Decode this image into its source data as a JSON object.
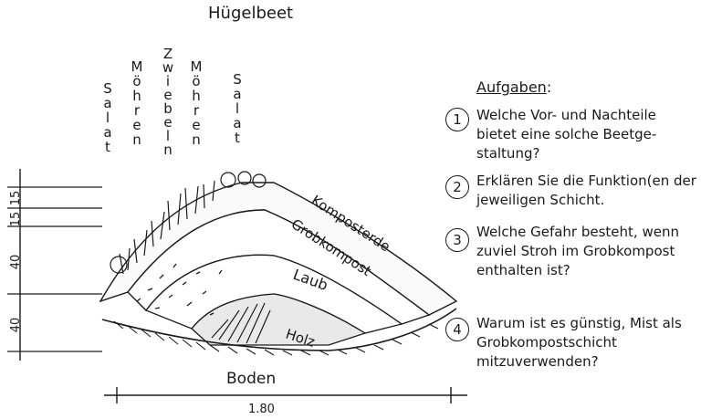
{
  "title": "Hügelbeet",
  "plants": [
    "Salat",
    "Möhren",
    "Zwiebeln",
    "Möhren",
    "Salat"
  ],
  "layers": [
    "Komposterde",
    "Grobkompost",
    "Laub",
    "Holz"
  ],
  "ground": "Boden",
  "width_label": "1.80",
  "height_labels": [
    "15",
    "15",
    "40",
    "40"
  ],
  "tasks_heading": "Aufgaben",
  "tasks_heading_suffix": ":",
  "tasks": [
    {
      "number": "1",
      "text": "Welche Vor- und Nachteile bietet eine solche Beetge-staltung?"
    },
    {
      "number": "2",
      "text": "Erklären Sie die Funktion(en der jeweiligen Schicht."
    },
    {
      "number": "3",
      "text": "Welche Gefahr besteht, wenn zuviel Stroh im Grobkompost enthalten ist?"
    },
    {
      "number": "4",
      "text": "Warum ist es günstig, Mist als Grobkompostschicht mitzuverwenden?"
    }
  ]
}
